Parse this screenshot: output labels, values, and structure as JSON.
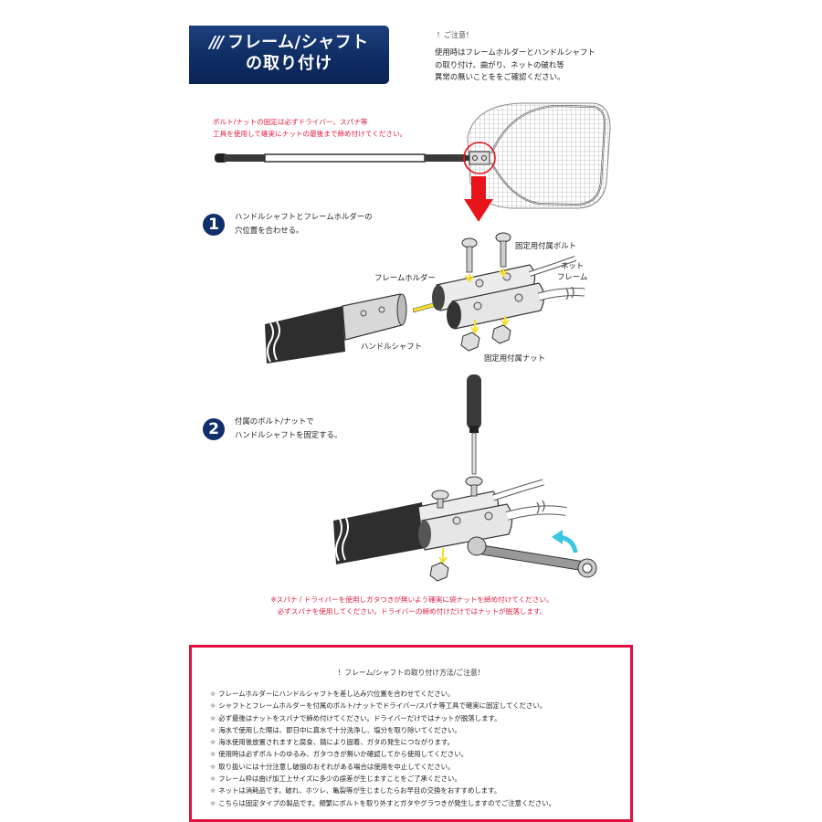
{
  "header": {
    "stripes": "///",
    "title_line1": "フレーム/シャフト",
    "title_line2": "の取り付け"
  },
  "notice": {
    "heading": "！ご注意！",
    "lines": [
      "使用時はフレームホルダーとハンドルシャフト",
      "の取り付け、曲がり、ネットの破れ等",
      "異常の無いことををご確認ください。"
    ]
  },
  "top_warning": {
    "lines": [
      "ボルト/ナットの固定は必ずドライバー、スパナ等",
      "工具を使用して確実にナットの最後まで締め付けてください。"
    ]
  },
  "steps": [
    {
      "number": "1",
      "lines": [
        "ハンドルシャフトとフレームホルダーの",
        "穴位置を合わせる。"
      ]
    },
    {
      "number": "2",
      "lines": [
        "付属のボルト/ナットで",
        "ハンドルシャフトを固定する。"
      ]
    }
  ],
  "diagram_labels": {
    "bolt": "固定用付属ボルト",
    "net_frame_1": "ネット",
    "net_frame_2": "フレーム",
    "frame_holder": "フレームホルダー",
    "handle_shaft": "ハンドルシャフト",
    "nut": "固定用付属ナット"
  },
  "bottom_warning": {
    "lines": [
      "※スパナ / ドライバーを使用しガタつきが無いよう確実に袋ナットを締め付けてください。",
      "必ずスパナを使用してください。ドライバーの締め付けだけではナットが脱落します。"
    ]
  },
  "caution_box": {
    "title": "！フレーム/シャフトの取り付け方法/ご注意！",
    "mark": "※",
    "items": [
      "フレームホルダーにハンドルシャフトを差し込み穴位置を合わせてください。",
      "シャフトとフレームホルダーを付属のボルト/ナットでドライバー/スパナ等工具で確実に固定してください。",
      "必ず最後はナットをスパナで締め付けてください。ドライバーだけではナットが脱落します。",
      "海水で使用した際は、即日中に真水で十分洗浄し、塩分を取り除いてください。",
      "海水使用後放置されますと腐食、錆により固着、ガタの発生につながります。",
      "使用時は必ずボルトのゆるみ、ガタつきが無いか確認してから使用してください。",
      "取り扱いには十分注意し破損のおそれがある場合は使用を中止してください。",
      "フレーム枠は曲げ加工上サイズに多少の誤差が生じますことをご了承ください。",
      "ネットは消耗品です。破れ、ホツレ、亀裂等が生じましたらお早目の交換をおすすめします。",
      "こちらは固定タイプの製品です。頻繁にボルトを取り外すとガタやグラつきが発生しますのでご注意ください。"
    ]
  },
  "colors": {
    "title_bg": "#0f2d63",
    "step_badge": "#11306a",
    "warning_red": "#e02040",
    "box_border": "#e0113e",
    "arrow_red": "#e8141c",
    "arrow_yellow": "#f2e02a",
    "arrow_cyan": "#3cc6e0"
  }
}
